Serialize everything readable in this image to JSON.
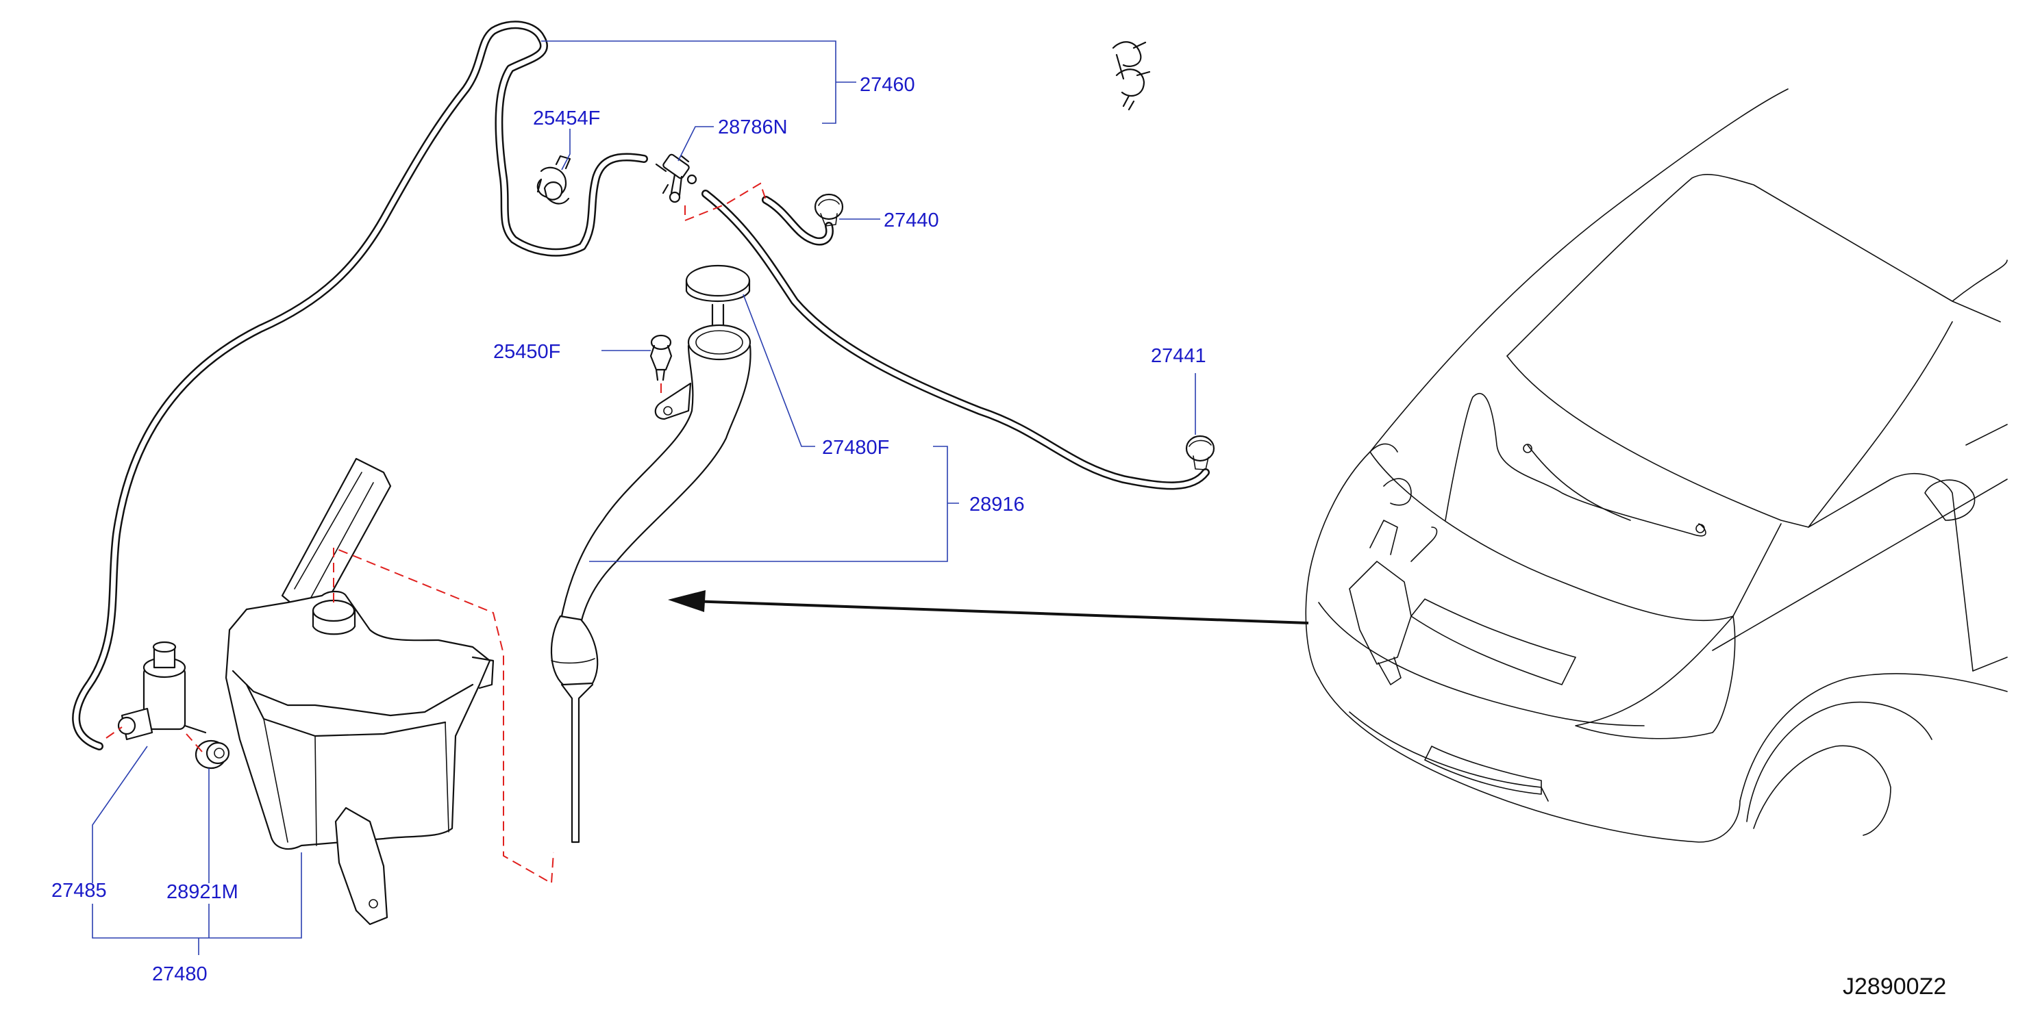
{
  "diagram_id": "J28900Z2",
  "parts": [
    {
      "key": "p27460",
      "label": "27460"
    },
    {
      "key": "p25454F",
      "label": "25454F"
    },
    {
      "key": "p28786N",
      "label": "28786N"
    },
    {
      "key": "p27440",
      "label": "27440"
    },
    {
      "key": "p27441",
      "label": "27441"
    },
    {
      "key": "p25450F",
      "label": "25450F"
    },
    {
      "key": "p27480F",
      "label": "27480F"
    },
    {
      "key": "p28916",
      "label": "28916"
    },
    {
      "key": "p27485",
      "label": "27485"
    },
    {
      "key": "p28921M",
      "label": "28921M"
    },
    {
      "key": "p27480",
      "label": "27480"
    }
  ]
}
